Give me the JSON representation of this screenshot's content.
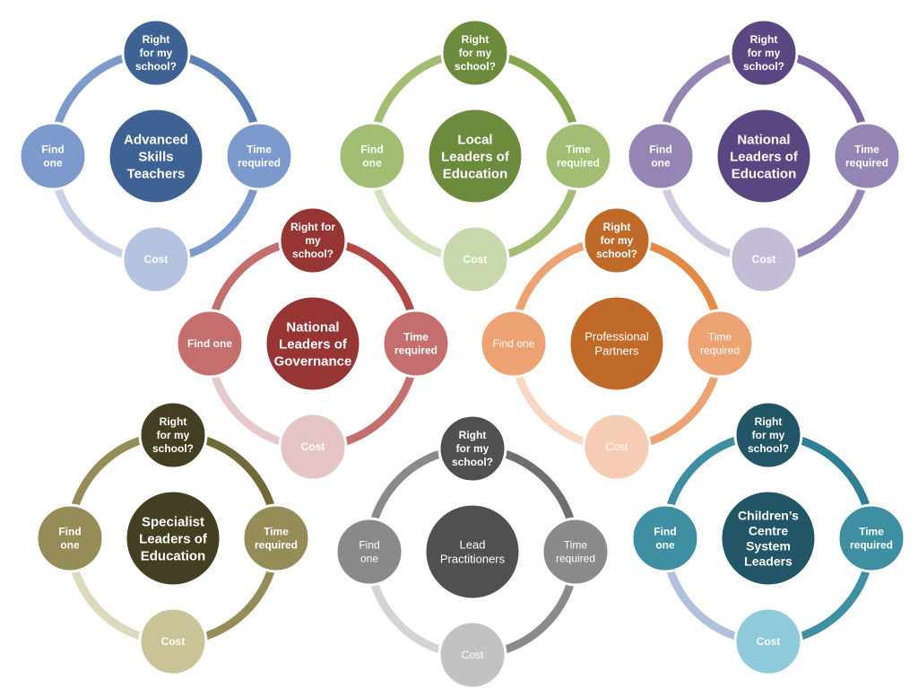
{
  "cycles": [
    {
      "id": "advanced-skills-teachers",
      "center_lines": [
        "Advanced",
        "Skills",
        "Teachers"
      ],
      "top_lines": [
        "Right",
        "for my",
        "school?"
      ],
      "right_lines": [
        "Time",
        "required"
      ],
      "bottom_lines": [
        "Cost"
      ],
      "left_lines": [
        "Find",
        "one"
      ],
      "colors": {
        "dark": "#3E6293",
        "mid": "#5C7FB4",
        "light": "#7C9ACB",
        "lighter": "#B3C3E0",
        "ring_light": "#C8D2E6",
        "text_bold": true
      }
    },
    {
      "id": "local-leaders-of-education",
      "center_lines": [
        "Local",
        "Leaders of",
        "Education"
      ],
      "top_lines": [
        "Right",
        "for my",
        "school?"
      ],
      "right_lines": [
        "Time",
        "required"
      ],
      "bottom_lines": [
        "Cost"
      ],
      "left_lines": [
        "Find",
        "one"
      ],
      "colors": {
        "dark": "#6D8B3C",
        "mid": "#86A74E",
        "light": "#A2BE75",
        "lighter": "#C8D8AC",
        "ring_light": "#D5E2C0",
        "text_bold": true
      }
    },
    {
      "id": "national-leaders-of-education",
      "center_lines": [
        "National",
        "Leaders of",
        "Education"
      ],
      "top_lines": [
        "Right",
        "for my",
        "school?"
      ],
      "right_lines": [
        "Time",
        "required"
      ],
      "bottom_lines": [
        "Cost"
      ],
      "left_lines": [
        "Find",
        "one"
      ],
      "colors": {
        "dark": "#5A4681",
        "mid": "#7A66A0",
        "light": "#9585B5",
        "lighter": "#C5BCD8",
        "ring_light": "#D2CBE0",
        "text_bold": true
      }
    },
    {
      "id": "national-leaders-of-governance",
      "center_lines": [
        "National",
        "Leaders of",
        "Governance"
      ],
      "top_lines": [
        "Right for",
        "my",
        "school?"
      ],
      "right_lines": [
        "Time",
        "required"
      ],
      "bottom_lines": [
        "Cost"
      ],
      "left_lines": [
        "Find one"
      ],
      "colors": {
        "dark": "#973535",
        "mid": "#B24848",
        "light": "#C56E6E",
        "lighter": "#E4C4C4",
        "ring_light": "#E6CACA",
        "text_bold": true
      }
    },
    {
      "id": "professional-partners",
      "center_lines": [
        "Professional",
        "Partners"
      ],
      "top_lines": [
        "Right",
        "for my",
        "school?"
      ],
      "right_lines": [
        "Time",
        "required"
      ],
      "bottom_lines": [
        "Cost"
      ],
      "left_lines": [
        "Find one"
      ],
      "colors": {
        "dark": "#C06A2A",
        "mid": "#E38A45",
        "light": "#EDA273",
        "lighter": "#F6CDB4",
        "ring_light": "#F8D8C4",
        "text_bold": false
      }
    },
    {
      "id": "specialist-leaders-of-education",
      "center_lines": [
        "Specialist",
        "Leaders of",
        "Education"
      ],
      "top_lines": [
        "Right",
        "for my",
        "school?"
      ],
      "right_lines": [
        "Time",
        "required"
      ],
      "bottom_lines": [
        "Cost"
      ],
      "left_lines": [
        "Find",
        "one"
      ],
      "colors": {
        "dark": "#443F22",
        "mid": "#6F6A38",
        "light": "#958C57",
        "lighter": "#C9C397",
        "ring_light": "#DCD9BF",
        "text_bold": true
      }
    },
    {
      "id": "lead-practitioners",
      "center_lines": [
        "Lead",
        "Practitioners"
      ],
      "top_lines": [
        "Right",
        "for my",
        "school?"
      ],
      "right_lines": [
        "Time",
        "required"
      ],
      "bottom_lines": [
        "Cost"
      ],
      "left_lines": [
        "Find",
        "one"
      ],
      "colors": {
        "dark": "#505050",
        "mid": "#6E6E6E",
        "light": "#8A8A8A",
        "lighter": "#C2C2C2",
        "ring_light": "#D4D4D4",
        "text_bold": false
      },
      "center_bold": false
    },
    {
      "id": "childrens-centre-system-leaders",
      "center_lines": [
        "Children’s",
        "Centre",
        "System",
        "Leaders"
      ],
      "top_lines": [
        "Right",
        "for my",
        "school?"
      ],
      "right_lines": [
        "Time",
        "required"
      ],
      "bottom_lines": [
        "Cost"
      ],
      "left_lines": [
        "Find",
        "one"
      ],
      "colors": {
        "dark": "#225566",
        "mid": "#2E7F94",
        "light": "#3F8FA3",
        "lighter": "#8FCADB",
        "ring_light": "#B0C0DD",
        "text_bold": true
      }
    }
  ]
}
